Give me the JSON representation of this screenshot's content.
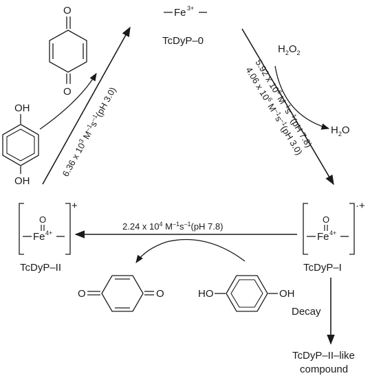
{
  "colors": {
    "ink": "#1a1a1a",
    "background": "#ffffff"
  },
  "species": {
    "resting": {
      "fe_label": "Fe",
      "fe_charge": "3+",
      "name": "TcDyP–0"
    },
    "compound_i": {
      "fe_label": "Fe",
      "fe_charge": "4+",
      "oxo": "O",
      "charge": "·+",
      "name": "TcDyP–I"
    },
    "compound_ii": {
      "fe_label": "Fe",
      "fe_charge": "4+",
      "oxo": "O",
      "charge": "+",
      "name": "TcDyP–II"
    },
    "decay_product_line1": "TcDyP–II–like",
    "decay_product_line2": "compound"
  },
  "reagents": {
    "h2o2": {
      "base": "H",
      "sub1": "2",
      "mid": "O",
      "sub2": "2"
    },
    "h2o": {
      "base": "H",
      "sub": "2",
      "tail": "O"
    },
    "oh": "OH",
    "ho": "HO",
    "o": "O"
  },
  "rates": {
    "left": {
      "coef": "6.36 x 10",
      "exp": "3",
      "units": " M",
      "u1": "–1",
      "s": "s",
      "u2": "–1",
      "cond": "(pH 3.0)"
    },
    "right_top": {
      "coef": "5.92 x 10",
      "exp": "6",
      "units": " M",
      "u1": "–1",
      "s": "s",
      "u2": "–1",
      "cond": "(pH 7.8)"
    },
    "right_bottom": {
      "coef": "4.06 x 10",
      "exp": "6",
      "units": " M",
      "u1": "–1",
      "s": "s",
      "u2": "–1",
      "cond": "(pH 3.0)"
    },
    "bottom": {
      "coef": "2.24 x 10",
      "exp": "4",
      "units": " M",
      "u1": "–1",
      "s": "s",
      "u2": "–1",
      "cond": "(pH 7.8)"
    }
  },
  "decay_label": "Decay"
}
